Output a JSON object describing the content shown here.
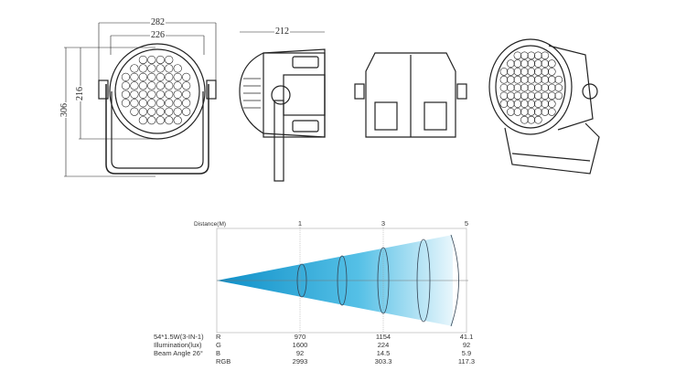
{
  "dimensions": {
    "width_outer": "282",
    "width_inner": "226",
    "height_total": "306",
    "height_head": "216",
    "depth": "212"
  },
  "chart_data": {
    "type": "diagram",
    "title": "Beam illumination",
    "axis_label": "Distance(M)",
    "distance_ticks": [
      "1",
      "3",
      "5"
    ],
    "spec_labels": [
      "54*1.5W(3-IN-1)",
      "Illumination(lux)",
      "Beam Angle 26°"
    ],
    "rows": [
      {
        "channel": "R",
        "values": [
          "970",
          "1154",
          "41.1"
        ]
      },
      {
        "channel": "G",
        "values": [
          "1600",
          "224",
          "92"
        ]
      },
      {
        "channel": "B",
        "values": [
          "92",
          "14.5",
          "5.9"
        ]
      },
      {
        "channel": "RGB",
        "values": [
          "2993",
          "303.3",
          "117.3"
        ]
      }
    ],
    "beam_color": "#1a9fd4"
  }
}
